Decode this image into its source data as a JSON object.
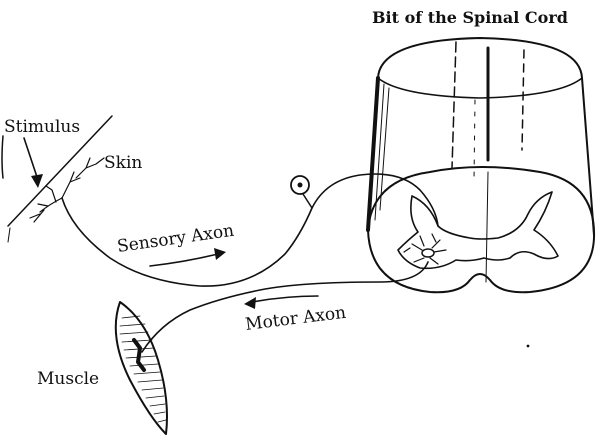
{
  "labels": {
    "spinal_cord": "Bit of the Spinal Cord",
    "stimulus": "Stimulus",
    "skin": "Skin",
    "sensory_axon": "Sensory Axon",
    "motor_axon": "Motor Axon",
    "muscle": "Muscle"
  },
  "colors": {
    "ink": "#111111",
    "paper": "#ffffff"
  }
}
